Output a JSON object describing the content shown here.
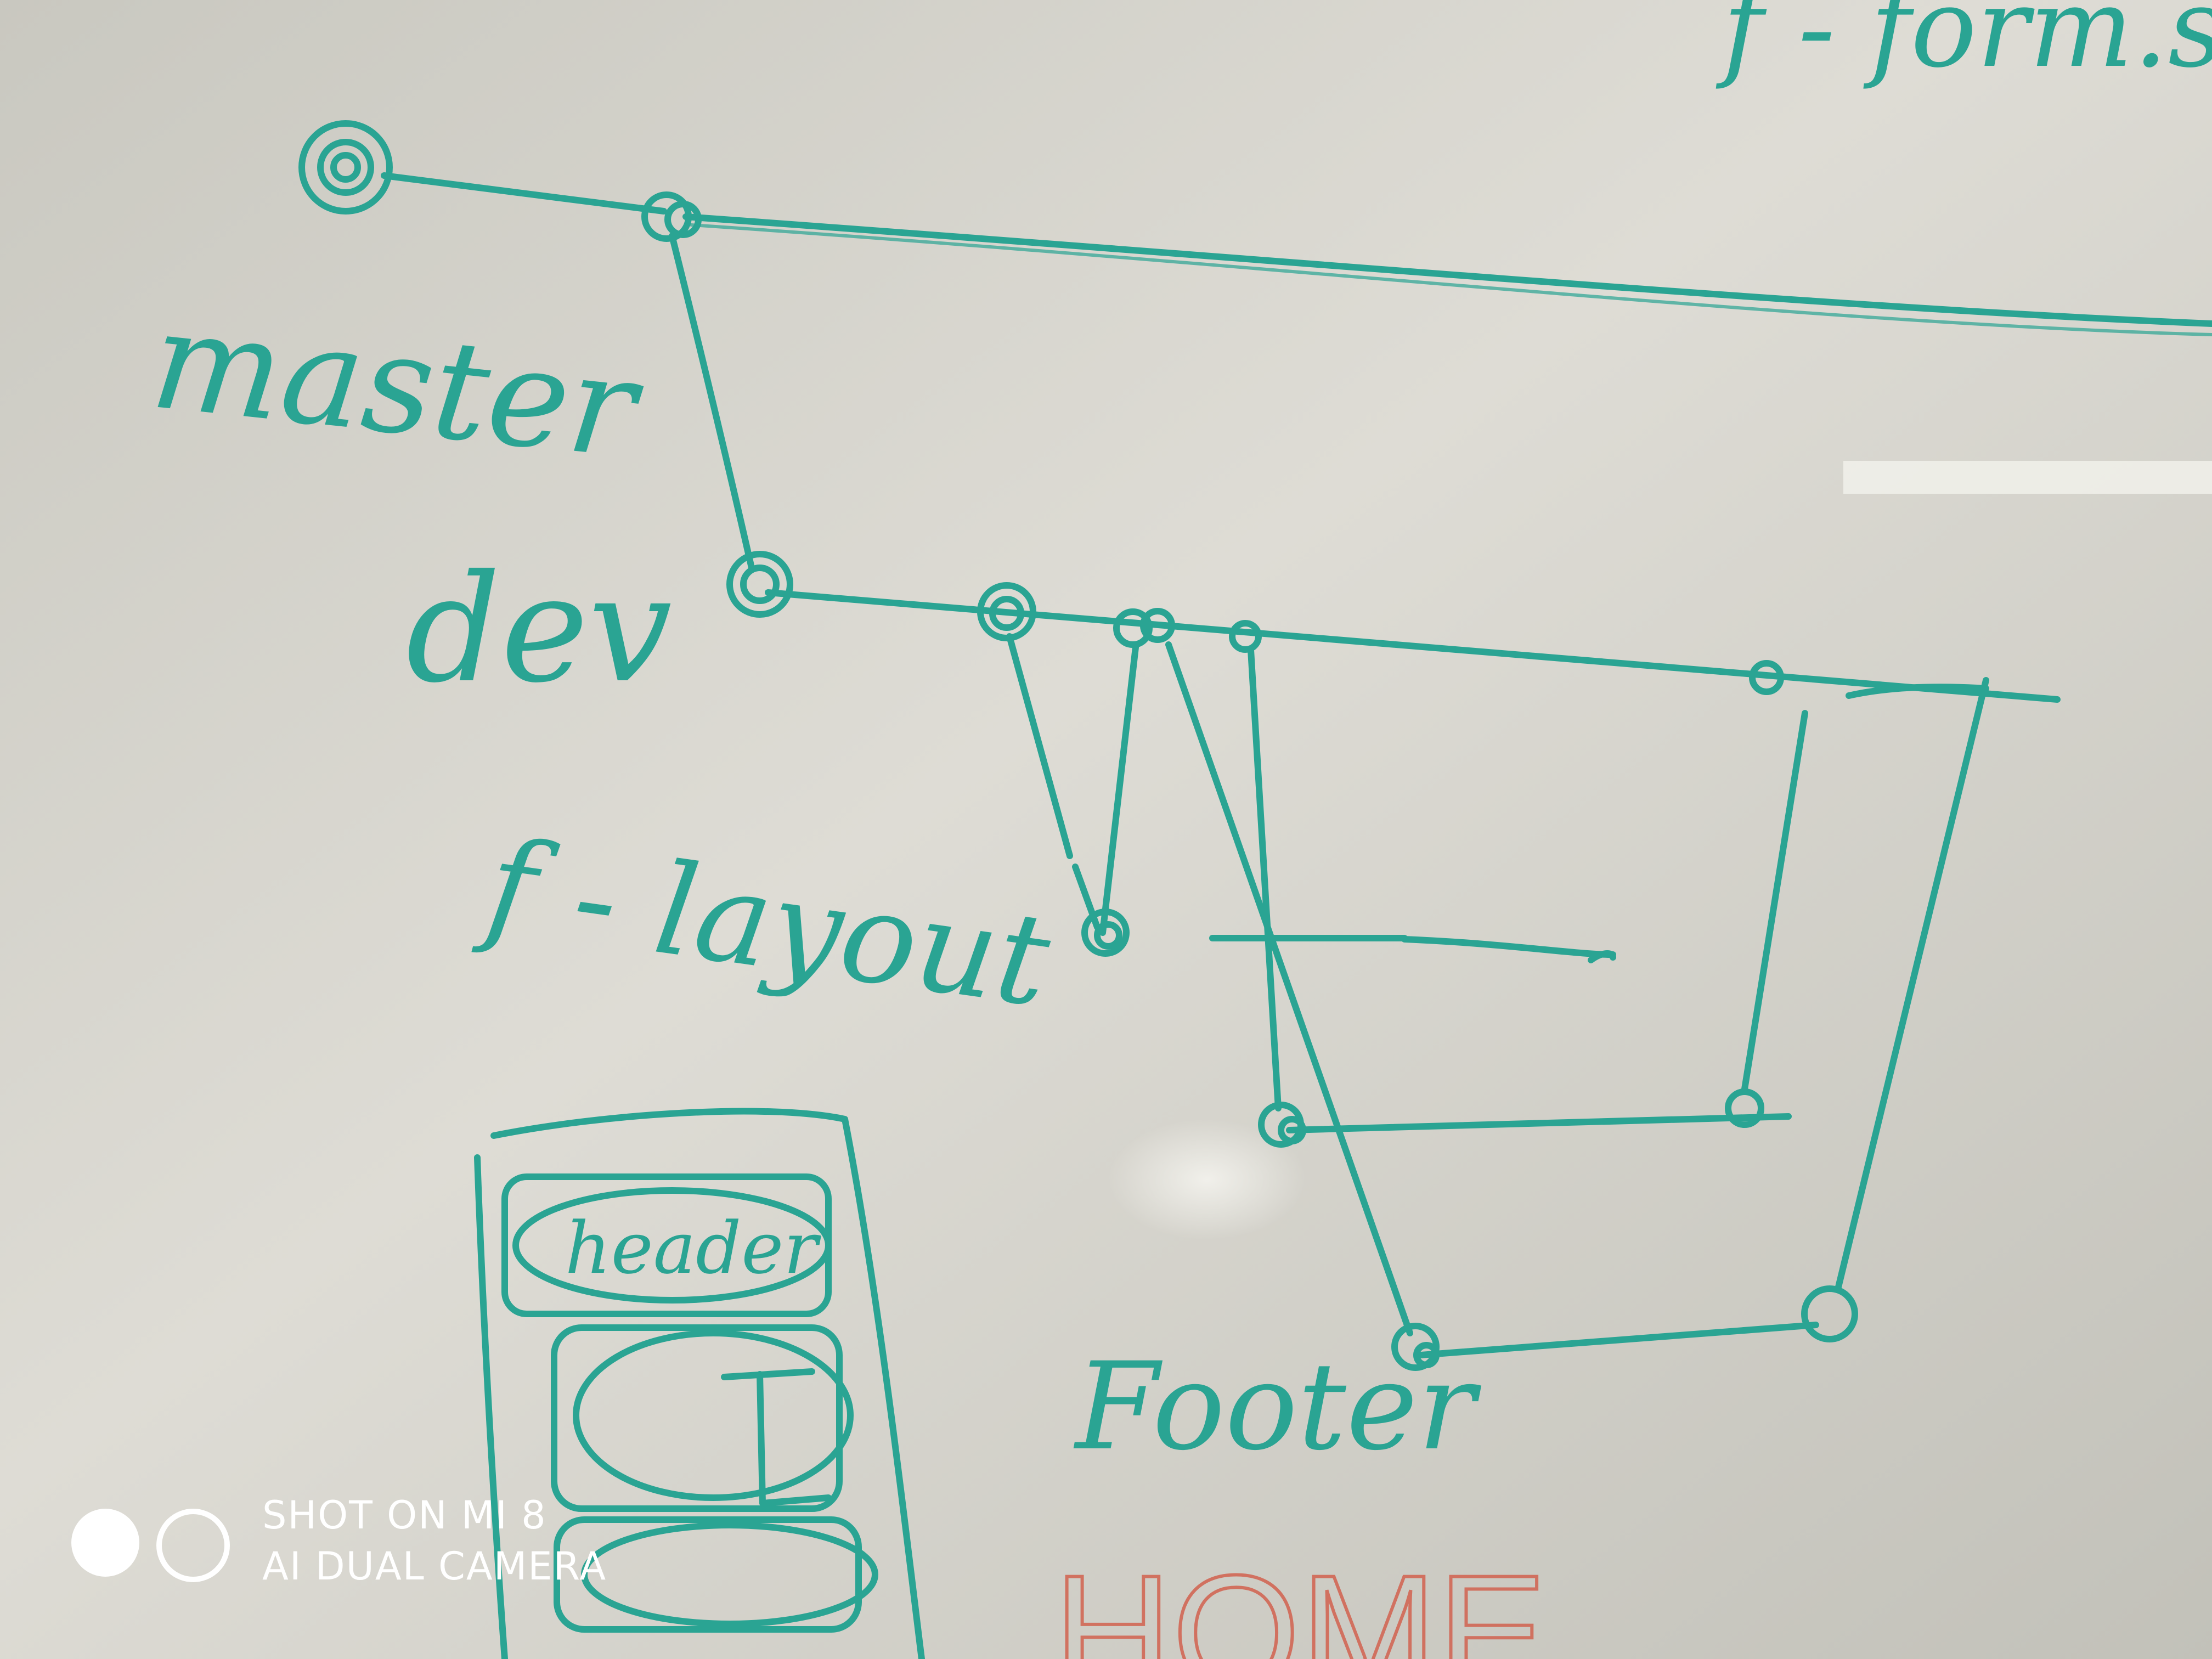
{
  "photo": {
    "subject": "whiteboard",
    "board_color": "#d8d6ce",
    "marker_color": "#2aa493",
    "accent_color": "#d2624f"
  },
  "handwriting": {
    "top_fragment": "f - form.sc",
    "master": "master",
    "dev": "dev",
    "f_layout": "f - layout",
    "footer": "Footer",
    "header_box": "header",
    "home": "HOME"
  },
  "watermark": {
    "line1": "SHOT ON MI 8",
    "line2": "AI DUAL CAMERA"
  }
}
